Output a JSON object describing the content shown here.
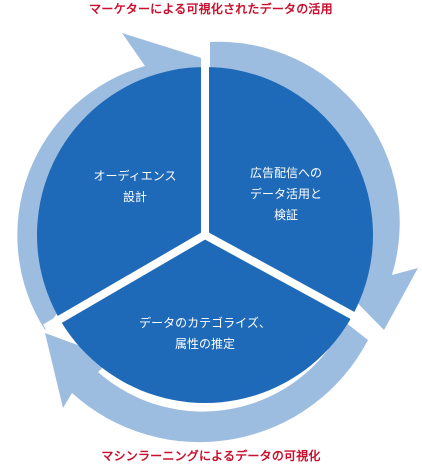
{
  "captions": {
    "top": "マーケターによる可視化されたデータの活用",
    "bottom": "マシンラーニングによるデータの可視化"
  },
  "segments": {
    "design": {
      "lines": [
        "オーディエンス",
        "設計"
      ]
    },
    "ads": {
      "lines": [
        "広告配信への",
        "データ活用と",
        "検証"
      ]
    },
    "categorize": {
      "lines": [
        "データのカテゴライズ、",
        "属性の推定"
      ]
    }
  },
  "colors": {
    "caption": "#c8102e",
    "segment_fill": "#1f6ab8",
    "arrow_fill": "#9dbde0",
    "divider": "#ffffff"
  }
}
